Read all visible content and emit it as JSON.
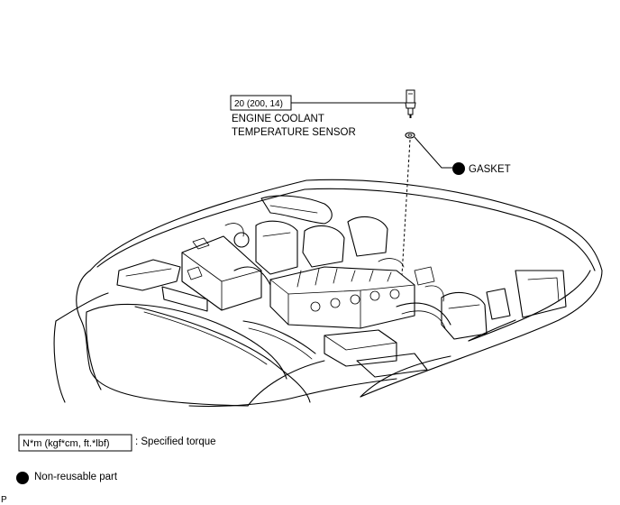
{
  "callouts": {
    "torque_value": "20 (200, 14)",
    "sensor_label_line1": "ENGINE COOLANT",
    "sensor_label_line2": "TEMPERATURE SENSOR",
    "gasket_label": "GASKET"
  },
  "legend": {
    "torque_units": "N*m (kgf*cm, ft.*lbf)",
    "torque_text": ": Specified torque",
    "nonreusable_text": "Non-reusable part"
  },
  "corner_mark": "P",
  "icons": {
    "nonreusable_marker": "filled-circle-icon",
    "sensor": "coolant-temperature-sensor-icon",
    "gasket": "gasket-ring-icon"
  },
  "colors": {
    "line": "#000000",
    "background": "#ffffff"
  }
}
